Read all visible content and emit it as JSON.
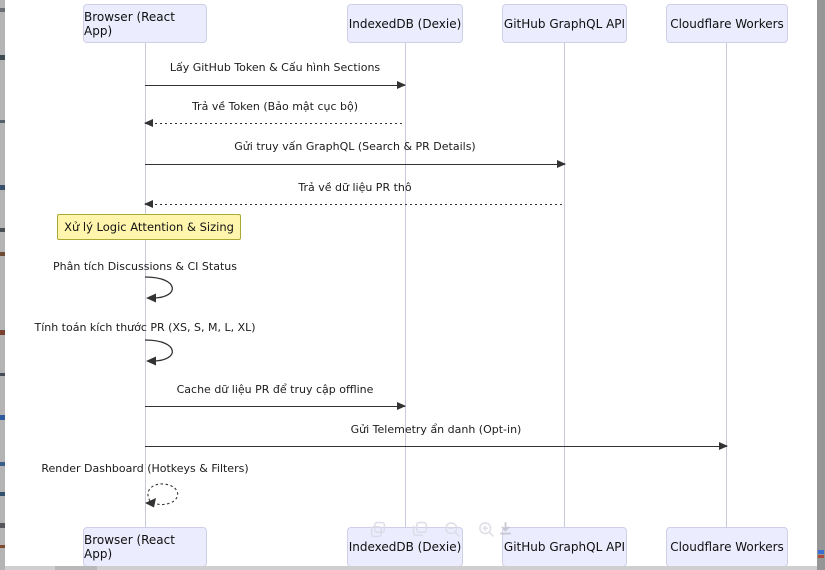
{
  "diagram": {
    "type": "sequence",
    "actors": [
      {
        "id": "browser",
        "label": "Browser (React App)"
      },
      {
        "id": "indexeddb",
        "label": "IndexedDB (Dexie)"
      },
      {
        "id": "github",
        "label": "GitHub GraphQL API"
      },
      {
        "id": "cloudflare",
        "label": "Cloudflare Workers"
      }
    ],
    "messages": [
      {
        "text": "Lấy GitHub Token & Cấu hình Sections",
        "from": "browser",
        "to": "indexeddb",
        "line": "solid"
      },
      {
        "text": "Trả về Token (Bảo mật cục bộ)",
        "from": "indexeddb",
        "to": "browser",
        "line": "dashed"
      },
      {
        "text": "Gửi truy vấn GraphQL (Search & PR Details)",
        "from": "browser",
        "to": "github",
        "line": "solid"
      },
      {
        "text": "Trả về dữ liệu PR thô",
        "from": "github",
        "to": "browser",
        "line": "dashed"
      },
      {
        "text": "Phân tích Discussions & CI Status",
        "from": "browser",
        "to": "browser",
        "line": "solid"
      },
      {
        "text": "Tính toán kích thước PR (XS, S, M, L, XL)",
        "from": "browser",
        "to": "browser",
        "line": "solid"
      },
      {
        "text": "Cache dữ liệu PR để truy cập offline",
        "from": "browser",
        "to": "indexeddb",
        "line": "solid"
      },
      {
        "text": "Gửi Telemetry ẩn danh (Opt-in)",
        "from": "browser",
        "to": "cloudflare",
        "line": "solid"
      },
      {
        "text": "Render Dashboard (Hotkeys & Filters)",
        "from": "browser",
        "to": "browser",
        "line": "dashed"
      }
    ],
    "note": {
      "text": "Xử lý Logic Attention & Sizing",
      "over": "browser"
    },
    "colors": {
      "actor_fill": "#ECECFF",
      "actor_border": "#CFCFE8",
      "note_fill": "#FFF5AD",
      "note_border": "#AAAA33",
      "message_line": "#333333",
      "lifeline": "#C9C9DD"
    }
  },
  "overlay_toolbar": {
    "icons": [
      {
        "name": "copy-icon"
      },
      {
        "name": "duplicate-icon"
      },
      {
        "name": "zoom-out-icon"
      },
      {
        "name": "zoom-in-icon"
      },
      {
        "name": "download-icon"
      }
    ]
  }
}
